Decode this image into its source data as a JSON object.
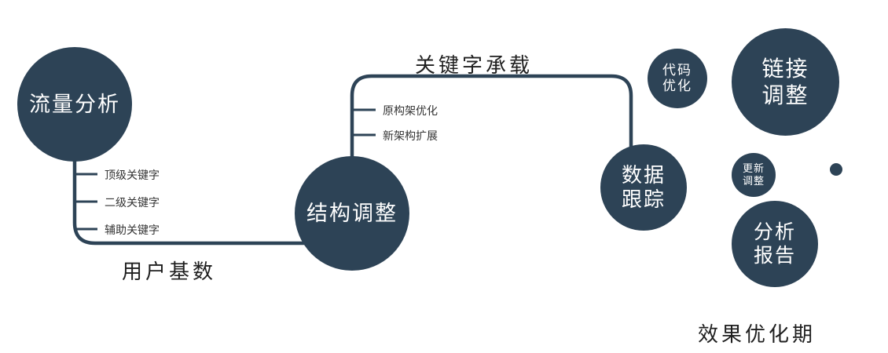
{
  "nodes": {
    "traffic": {
      "label": "流量分析"
    },
    "structure": {
      "label": "结构调整"
    },
    "data_tracking": {
      "lines": [
        "数据",
        "跟踪"
      ]
    },
    "code_optimization": {
      "lines": [
        "代码",
        "优化"
      ]
    },
    "link_adjustment": {
      "lines": [
        "链接",
        "调整"
      ]
    },
    "update_adjustment": {
      "lines": [
        "更新",
        "调整"
      ]
    },
    "analysis_report": {
      "lines": [
        "分析",
        "报告"
      ]
    }
  },
  "edges": {
    "user_base": "用户基数",
    "keyword_carrying": "关键字承载"
  },
  "ticks": {
    "traffic": [
      "顶级关键字",
      "二级关键字",
      "辅助关键字"
    ],
    "structure": [
      "原构架优化",
      "新架构扩展"
    ]
  },
  "caption": "效果优化期",
  "colors": {
    "primary": "#2d4356",
    "node_text": "#ffffff",
    "tick_text": "#333333",
    "label_dark": "#1f1f1f"
  }
}
